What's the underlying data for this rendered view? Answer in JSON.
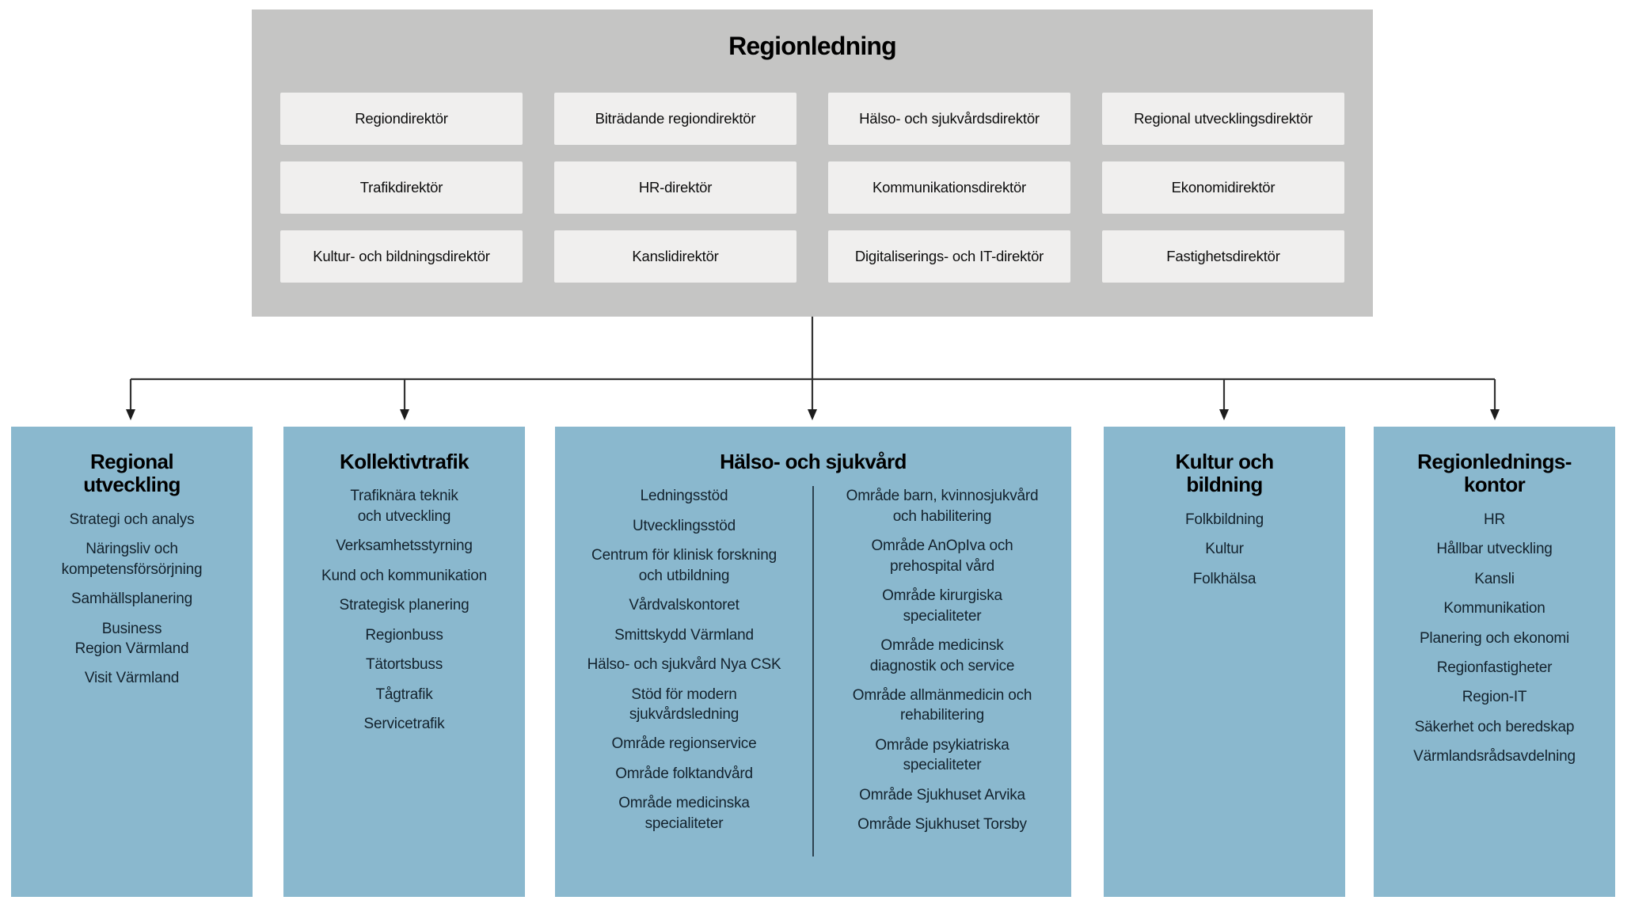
{
  "leadership": {
    "title": "Regionledning",
    "directors": [
      "Regiondirektör",
      "Biträdande regiondirektör",
      "Hälso- och sjukvårdsdirektör",
      "Regional utvecklingsdirektör",
      "Trafikdirektör",
      "HR-direktör",
      "Kommunikationsdirektör",
      "Ekonomidirektör",
      "Kultur- och bildningsdirektör",
      "Kanslidirektör",
      "Digitaliserings- och IT-direktör",
      "Fastighetsdirektör"
    ]
  },
  "departments": [
    {
      "title": "Regional\nutveckling",
      "items": [
        "Strategi och analys",
        "Näringsliv och\nkompetensförsörjning",
        "Samhällsplanering",
        "Business\nRegion Värmland",
        "Visit Värmland"
      ]
    },
    {
      "title": "Kollektivtrafik",
      "items": [
        "Trafiknära teknik\noch utveckling",
        "Verksamhetsstyrning",
        "Kund och kommunikation",
        "Strategisk planering",
        "Regionbuss",
        "Tätortsbuss",
        "Tågtrafik",
        "Servicetrafik"
      ]
    },
    {
      "title": "Hälso- och sjukvård",
      "columns": [
        {
          "items": [
            "Ledningsstöd",
            "Utvecklingsstöd",
            "Centrum för klinisk forskning\noch utbildning",
            "Vårdvalskontoret",
            "Smittskydd Värmland",
            "Hälso- och sjukvård Nya CSK",
            "Stöd för modern\nsjukvårdsledning",
            "Område regionservice",
            "Område folktandvård",
            "Område medicinska\nspecialiteter"
          ]
        },
        {
          "items": [
            "Område barn, kvinnosjukvård\noch habilitering",
            "Område AnOpIva och\nprehospital vård",
            "Område kirurgiska\nspecialiteter",
            "Område medicinsk\ndiagnostik och service",
            "Område allmänmedicin och\nrehabilitering",
            "Område psykiatriska\nspecialiteter",
            "Område Sjukhuset Arvika",
            "Område Sjukhuset Torsby"
          ]
        }
      ]
    },
    {
      "title": "Kultur och\nbildning",
      "items": [
        "Folkbildning",
        "Kultur",
        "Folkhälsa"
      ]
    },
    {
      "title": "Regionlednings-\nkontor",
      "items": [
        "HR",
        "Hållbar utveckling",
        "Kansli",
        "Kommunikation",
        "Planering och ekonomi",
        "Regionfastigheter",
        "Region-IT",
        "Säkerhet och beredskap",
        "Värmlandsrådsavdelning"
      ]
    }
  ],
  "colors": {
    "leadership_bg": "#c5c5c4",
    "director_card_bg": "#f0efee",
    "department_bg": "#8ab8ce",
    "connector": "#333333",
    "title_text": "#000000",
    "item_text": "#13222d"
  }
}
